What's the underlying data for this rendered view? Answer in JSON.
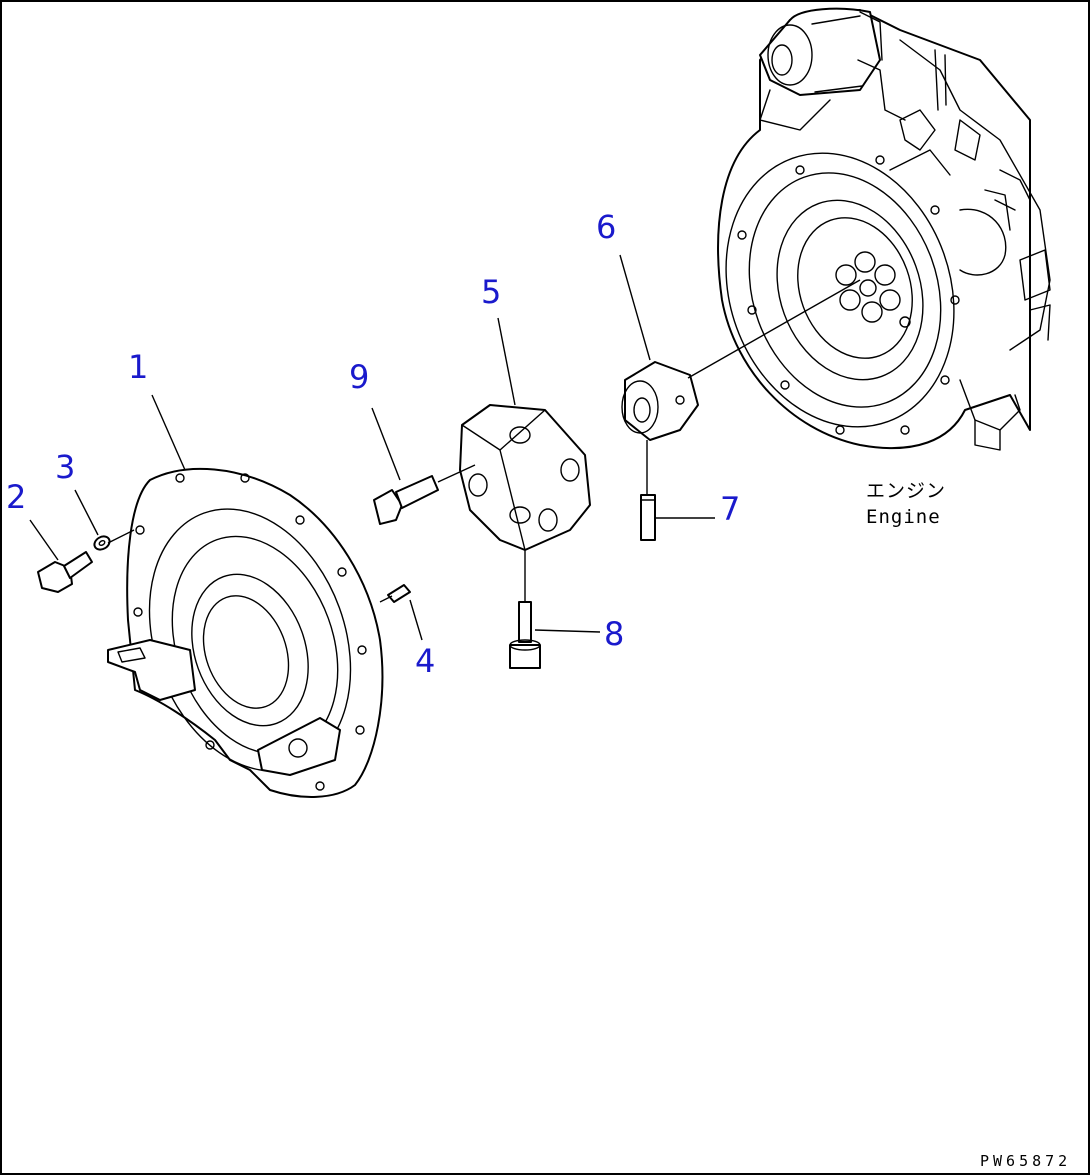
{
  "callouts": [
    {
      "id": "1",
      "label": "1"
    },
    {
      "id": "2",
      "label": "2"
    },
    {
      "id": "3",
      "label": "3"
    },
    {
      "id": "4",
      "label": "4"
    },
    {
      "id": "5",
      "label": "5"
    },
    {
      "id": "6",
      "label": "6"
    },
    {
      "id": "7",
      "label": "7"
    },
    {
      "id": "8",
      "label": "8"
    },
    {
      "id": "9",
      "label": "9"
    }
  ],
  "engine_label_jp": "エンジン",
  "engine_label_en": "Engine",
  "drawing_code": "PW65872",
  "colors": {
    "callout": "#1a1acc",
    "line": "#000000",
    "border": "#000000"
  }
}
